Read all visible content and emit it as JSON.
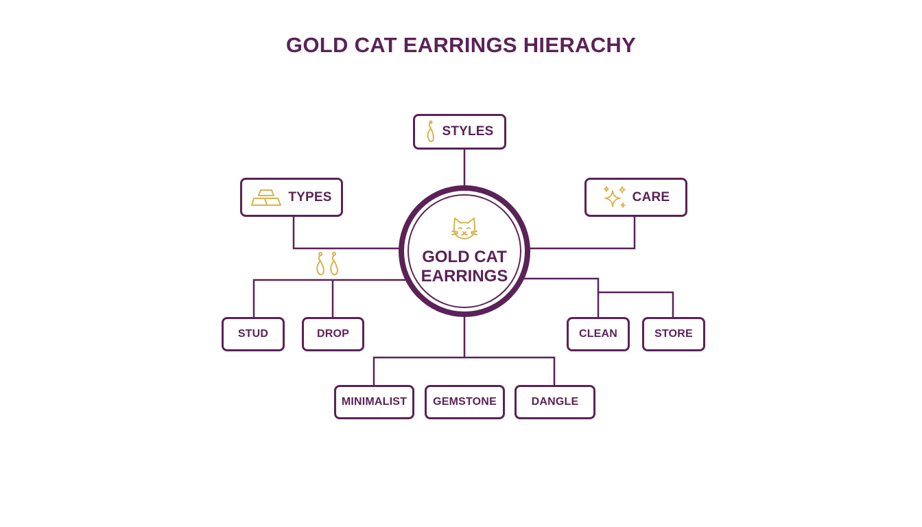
{
  "title": "GOLD CAT EARRINGS HIERACHY",
  "colors": {
    "primary": "#5a2257",
    "accent": "#d8b24a",
    "background": "#ffffff"
  },
  "center": {
    "line1": "GOLD CAT",
    "line2": "EARRINGS",
    "icon": "cat-face-icon"
  },
  "categories": {
    "styles": {
      "label": "STYLES",
      "icon": "earring-icon"
    },
    "types": {
      "label": "TYPES",
      "icon": "gold-bars-icon"
    },
    "care": {
      "label": "CARE",
      "icon": "sparkles-icon"
    }
  },
  "leaves": {
    "stud": "STUD",
    "drop": "DROP",
    "clean": "CLEAN",
    "store": "STORE",
    "minimalist": "MINIMALIST",
    "gemstone": "GEMSTONE",
    "dangle": "DANGLE"
  },
  "decorations": {
    "branch_icon": "drop-earrings-icon"
  }
}
